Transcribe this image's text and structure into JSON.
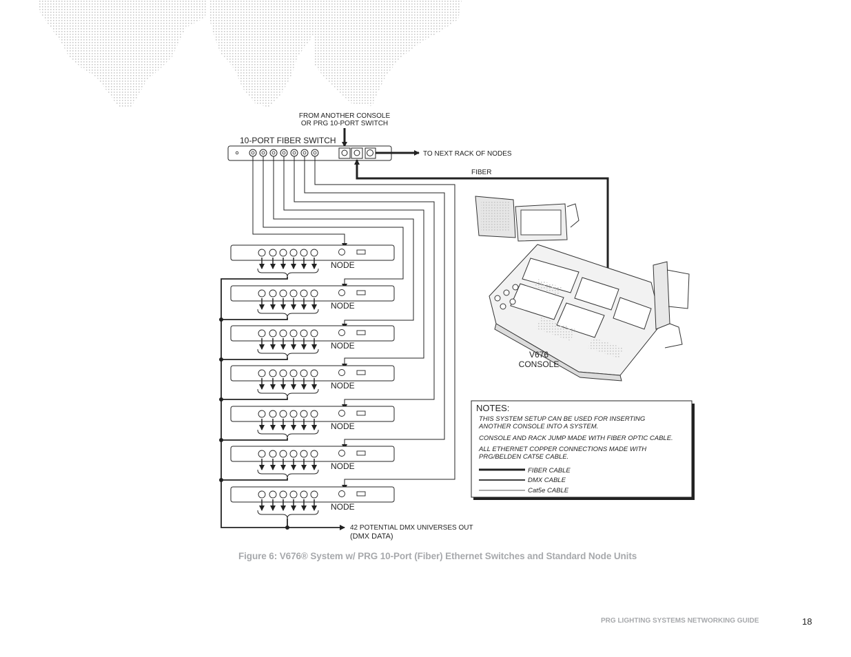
{
  "diagram": {
    "source_label_1": "FROM ANOTHER CONSOLE",
    "source_label_2": "OR PRG 10-PORT SWITCH",
    "switch_label": "10-PORT FIBER SWITCH",
    "next_rack_label": "TO NEXT RACK OF NODES",
    "fiber_label": "FIBER",
    "node_label": "NODE",
    "console_label_1": "V676",
    "console_label_2": "CONSOLE",
    "output_label_1": "42 POTENTIAL DMX UNIVERSES OUT",
    "output_label_2": "(DMX DATA)"
  },
  "notes": {
    "title": "NOTES:",
    "line1a": "THIS SYSTEM SETUP CAN BE USED FOR INSERTING",
    "line1b": "ANOTHER CONSOLE INTO A SYSTEM.",
    "line2": "CONSOLE AND RACK JUMP MADE WITH FIBER OPTIC CABLE.",
    "line3a": "ALL ETHERNET COPPER CONNECTIONS MADE WITH",
    "line3b": "PRG/BELDEN CAT5E CABLE.",
    "legend_fiber": "FIBER CABLE",
    "legend_dmx": "DMX CABLE",
    "legend_cat5e": "Cat5e CABLE"
  },
  "caption": "Figure 6:  V676® System w/ PRG 10-Port (Fiber) Ethernet Switches and Standard Node Units",
  "footer": {
    "title": "PRG LIGHTING SYSTEMS NETWORKING GUIDE",
    "page": "18"
  },
  "colors": {
    "line": "#222222",
    "caption_gray": "#a7a9ac",
    "map_dots": "#c8c8c8"
  }
}
